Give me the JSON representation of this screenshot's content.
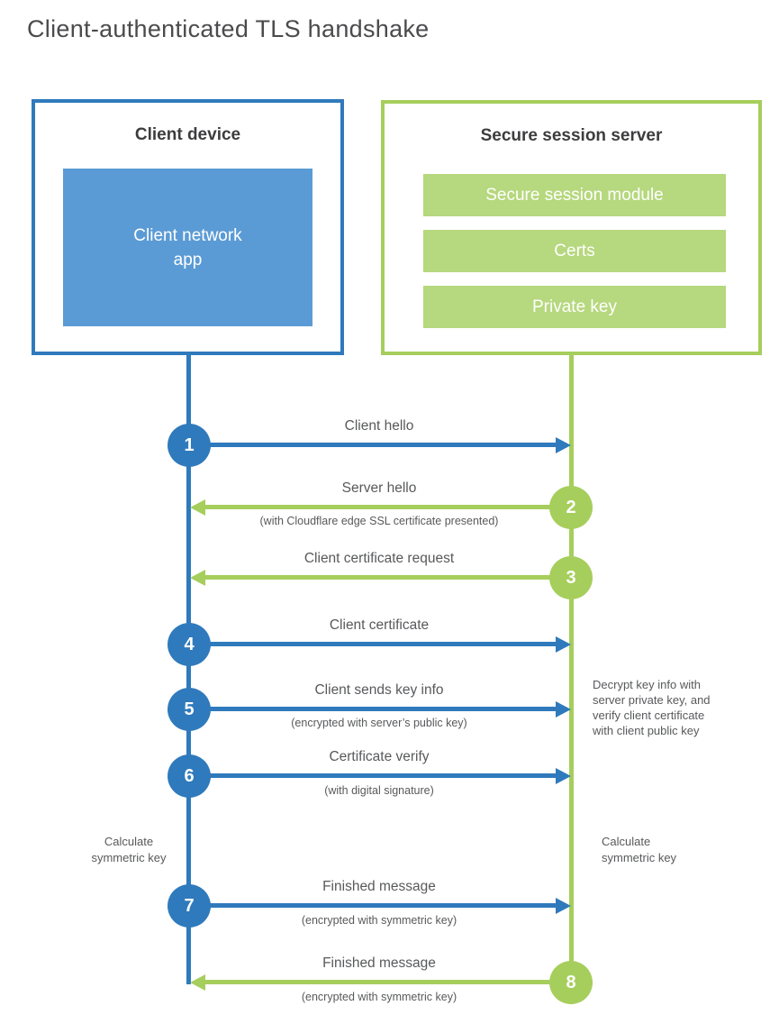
{
  "title": "Client-authenticated TLS handshake",
  "colors": {
    "blue": "#2F7ABC",
    "blue_fill": "#5B9BD5",
    "green": "#A6CE5C",
    "green_fill": "#B6D87E",
    "heading": "#3D3D3F",
    "text": "#58595B",
    "title": "#4B4B4D"
  },
  "client_box": {
    "title": "Client device",
    "app_label": "Client network\napp"
  },
  "server_box": {
    "title": "Secure session server",
    "modules": [
      "Secure session module",
      "Certs",
      "Private key"
    ]
  },
  "steps": [
    {
      "num": "1",
      "direction": "client-to-server",
      "label": "Client hello"
    },
    {
      "num": "2",
      "direction": "server-to-client",
      "label": "Server hello",
      "caption": "(with Cloudflare edge SSL certificate presented)"
    },
    {
      "num": "3",
      "direction": "server-to-client",
      "label": "Client certificate request"
    },
    {
      "num": "4",
      "direction": "client-to-server",
      "label": "Client certificate"
    },
    {
      "num": "5",
      "direction": "client-to-server",
      "label": "Client sends key info",
      "caption": "(encrypted with server’s public key)"
    },
    {
      "num": "6",
      "direction": "client-to-server",
      "label": "Certificate verify",
      "caption": "(with digital signature)"
    },
    {
      "num": "7",
      "direction": "client-to-server",
      "label": "Finished message",
      "caption": "(encrypted with symmetric key)"
    },
    {
      "num": "8",
      "direction": "server-to-client",
      "label": "Finished message",
      "caption": "(encrypted with symmetric key)"
    }
  ],
  "annotations": {
    "server_note": "Decrypt key info with\nserver private key, and\nverify client certificate\nwith client public key",
    "client_calc": "Calculate\nsymmetric key",
    "server_calc": "Calculate\nsymmetric key"
  }
}
